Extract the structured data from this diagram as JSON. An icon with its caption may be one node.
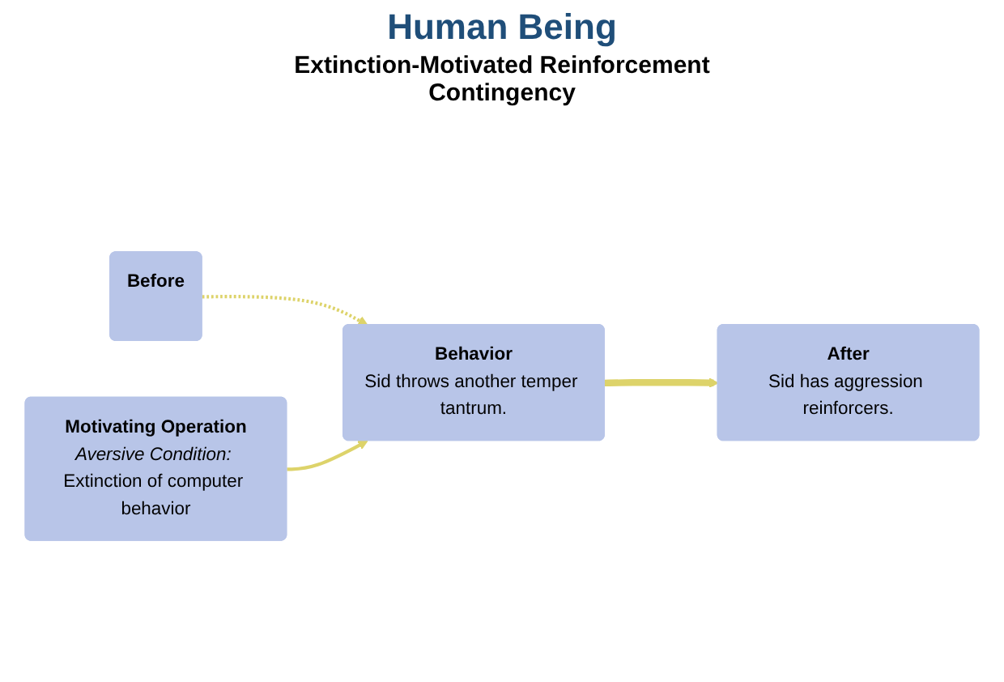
{
  "diagram": {
    "title": "Human Being",
    "nodes": [
      {
        "text": [
          "Before"
        ]
      },
      {
        "text": [
          "Behavior",
          "Sid throws another temper tantrum."
        ]
      },
      {
        "text": [
          "After",
          "Sid has aggression reinforcers."
        ]
      },
      {
        "text": [
          "Motivating Operation",
          "*Aversive Condition:* Extinction of computer behavior"
        ]
      }
    ],
    "edges": [
      {
        "from": 0,
        "to": 1,
        "arrow": "to",
        "style": "dashed"
      },
      {
        "from": 1,
        "to": 2,
        "arrow": "to",
        "style": "thick"
      },
      {
        "from": 3,
        "to": 1,
        "arrow": "to"
      }
    ],
    "labels": [
      "Extinction-Motivated Reinforcement Contingency"
    ]
  }
}
